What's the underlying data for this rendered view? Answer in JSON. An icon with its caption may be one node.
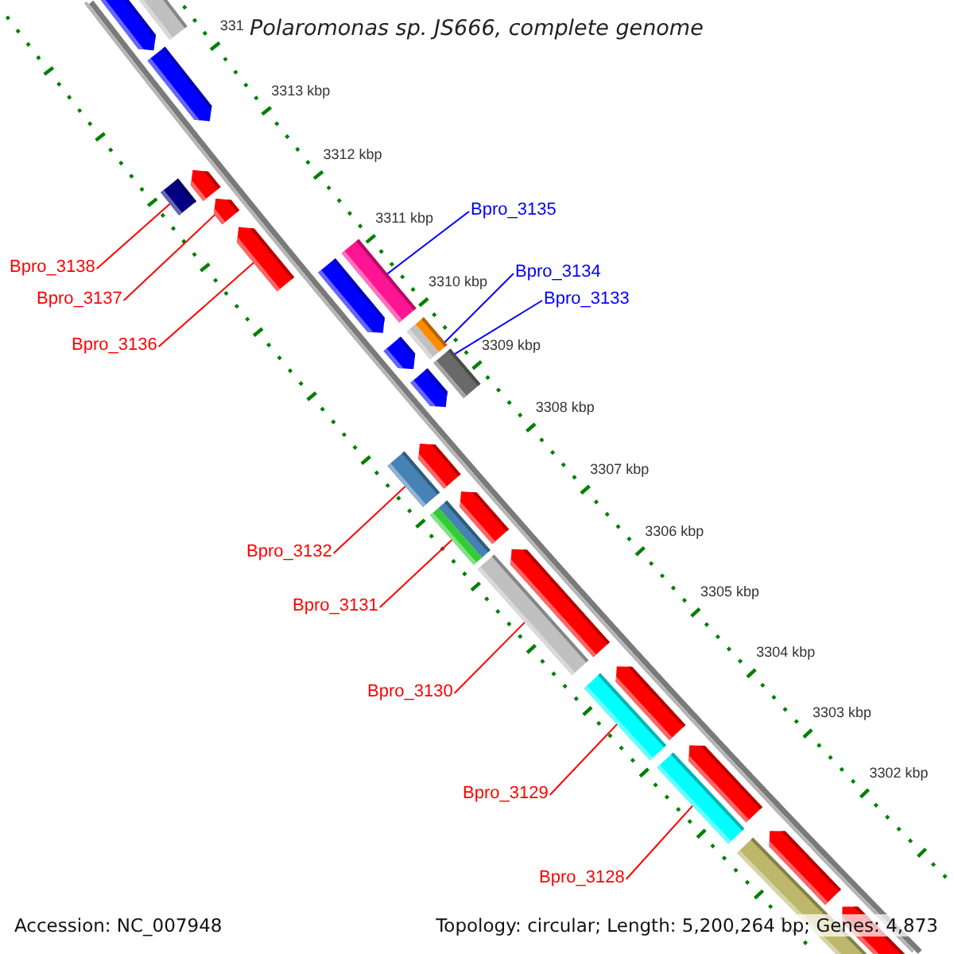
{
  "diagram": {
    "title": "Polaromonas sp. JS666, complete genome",
    "nodes": [
      {
        "text": [
          "Bpro_3135"
        ]
      },
      {
        "text": [],
        "shape": "bar"
      },
      {
        "text": [
          "Bpro_3134"
        ]
      },
      {
        "text": [],
        "shape": "bar"
      },
      {
        "text": [
          "Bpro_3138"
        ]
      },
      {
        "text": [],
        "shape": "bar"
      },
      {
        "text": [
          "Bpro_3133"
        ]
      },
      {
        "text": [],
        "shape": "bar"
      },
      {
        "text": [
          "Bpro_3137"
        ]
      },
      {
        "text": [],
        "shape": "arrow"
      },
      {
        "text": [
          "Bpro_3136"
        ]
      },
      {
        "text": [],
        "shape": "arrow"
      },
      {
        "text": [
          "Bpro_3132"
        ]
      },
      {
        "text": [],
        "shape": "bar"
      },
      {
        "text": [
          "Bpro_3131"
        ]
      },
      {
        "text": [],
        "shape": "bar"
      },
      {
        "text": [
          "Bpro_3130"
        ]
      },
      {
        "text": [],
        "shape": "bar"
      },
      {
        "text": [
          "Bpro_3129"
        ]
      },
      {
        "text": [],
        "shape": "bar"
      },
      {
        "text": [
          "Bpro_3128"
        ]
      },
      {
        "text": [],
        "shape": "bar"
      }
    ],
    "edges": [
      {
        "from": 0,
        "to": 1,
        "arrow": "none",
        "color": "#0000ff"
      },
      {
        "from": 2,
        "to": 3,
        "arrow": "none",
        "color": "#0000ff"
      },
      {
        "from": 4,
        "to": 5,
        "arrow": "none"
      },
      {
        "from": 6,
        "to": 7,
        "arrow": "none",
        "color": "#0000ff"
      },
      {
        "from": 8,
        "to": 9,
        "arrow": "none"
      },
      {
        "from": 10,
        "to": 11,
        "arrow": "none"
      },
      {
        "from": 12,
        "to": 13,
        "arrow": "none"
      },
      {
        "from": 14,
        "to": 15,
        "arrow": "none"
      },
      {
        "from": 16,
        "to": 17,
        "arrow": "none"
      },
      {
        "from": 18,
        "to": 19,
        "arrow": "none"
      },
      {
        "from": 20,
        "to": 21,
        "arrow": "none"
      }
    ],
    "labels": [
      "331",
      "3313 kbp",
      "3312 kbp",
      "3311 kbp",
      "3310 kbp",
      "3309 kbp",
      "3308 kbp",
      "3307 kbp",
      "3306 kbp",
      "3305 kbp",
      "3304 kbp",
      "3303 kbp",
      "3302 kbp",
      "Accession: NC_007948",
      "Topology: circular; Length: 5,200,264 bp; Genes: 4,873"
    ]
  }
}
